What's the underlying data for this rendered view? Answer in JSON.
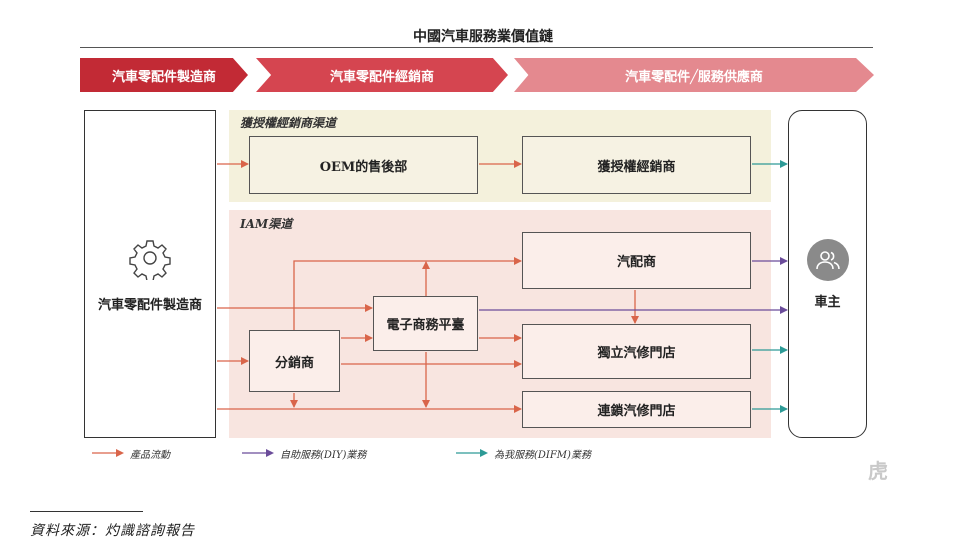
{
  "title": "中國汽車服務業價值鏈",
  "stages": [
    "汽車零配件製造商",
    "汽車零配件經銷商",
    "汽車零配件╱服務供應商"
  ],
  "manufacturer": "汽車零配件製造商",
  "owner": "車主",
  "panels": {
    "authorized": "獲授權經銷商渠道",
    "iam": "IAM渠道"
  },
  "nodes": {
    "oem": "OEM的售後部",
    "authorized_dealer": "獲授權經銷商",
    "parts_dealer": "汽配商",
    "ecommerce": "電子商務平臺",
    "distributor": "分銷商",
    "independent_shop": "獨立汽修門店",
    "chain_shop": "連鎖汽修門店"
  },
  "legend": [
    {
      "label": "產品流動",
      "color": "#d9654a"
    },
    {
      "label": "自助服務(DIY)業務",
      "color": "#6b4c9a"
    },
    {
      "label": "為我服務(DIFM)業務",
      "color": "#2d9a96"
    }
  ],
  "icons": {
    "manufacturer": "gear-icon",
    "owner": "people-icon"
  },
  "watermark": "虎",
  "source": "資料來源：灼識諮詢報告"
}
